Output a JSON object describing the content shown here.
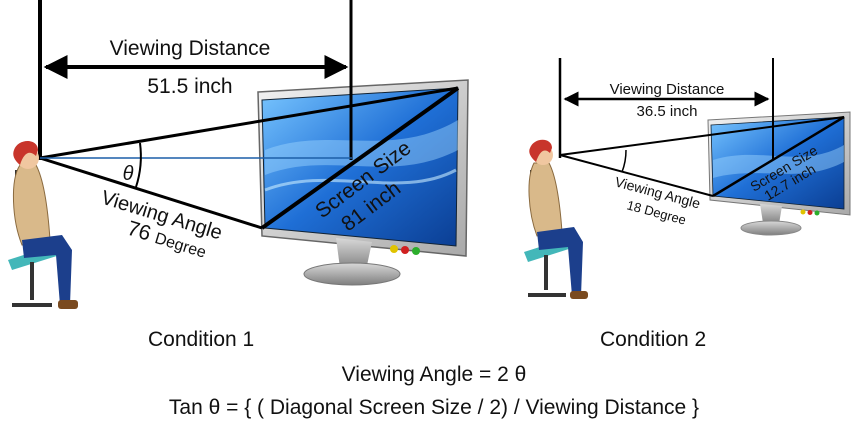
{
  "condition1": {
    "caption": "Condition 1",
    "distance_label": "Viewing Distance",
    "distance_value": "51.5 inch",
    "angle_label": "Viewing Angle",
    "angle_value_num": "76",
    "angle_value_unit": "Degree",
    "screen_label": "Screen Size",
    "screen_value": "81 inch",
    "theta": "θ"
  },
  "condition2": {
    "caption": "Condition 2",
    "distance_label": "Viewing Distance",
    "distance_value": "36.5 inch",
    "angle_label": "Viewing Angle",
    "angle_value": "18 Degree",
    "screen_label": "Screen Size",
    "screen_value": "12.7 inch"
  },
  "formula": {
    "line1": "Viewing Angle =  2 θ",
    "line2": "Tan θ = { ( Diagonal Screen Size / 2) / Viewing Distance }"
  },
  "colors": {
    "screen_blue": "#1f6fd6",
    "hair": "#c8352b",
    "shirt": "#d9b98a",
    "pants": "#1c3f8c",
    "chair": "#43b7b9"
  }
}
